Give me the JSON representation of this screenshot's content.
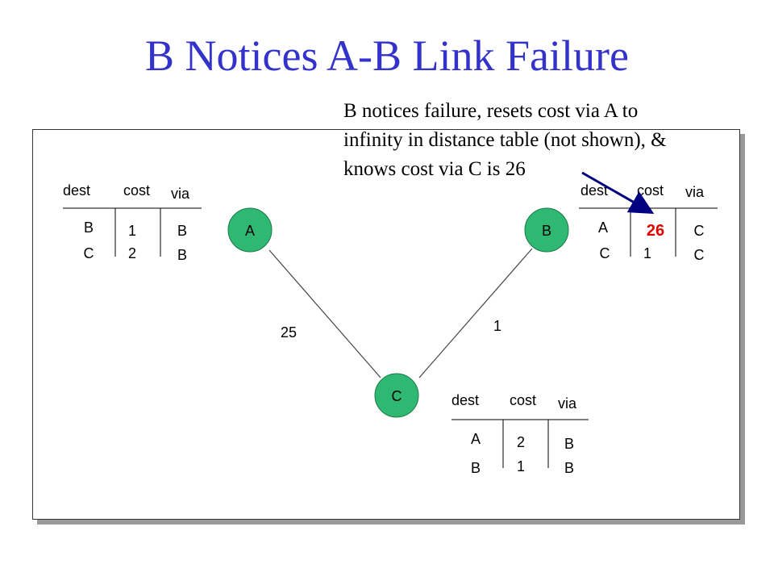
{
  "title": "B Notices A-B Link Failure",
  "note": {
    "line1": "B notices failure, resets cost via A to",
    "line2": "infinity in distance table (not shown), &",
    "line3": "knows cost via C is 26"
  },
  "nodes": {
    "a": "A",
    "b": "B",
    "c": "C"
  },
  "links": {
    "a_c": "25",
    "b_c": "1"
  },
  "table_headers": {
    "dest": "dest",
    "cost": "cost",
    "via": "via"
  },
  "table_a": {
    "rows": [
      {
        "dest": "B",
        "cost": "1",
        "via": "B"
      },
      {
        "dest": "C",
        "cost": "2",
        "via": "B"
      }
    ]
  },
  "table_b": {
    "rows": [
      {
        "dest": "A",
        "cost": "26",
        "via": "C"
      },
      {
        "dest": "C",
        "cost": "1",
        "via": "C"
      }
    ]
  },
  "table_c": {
    "rows": [
      {
        "dest": "A",
        "cost": "2",
        "via": "B"
      },
      {
        "dest": "B",
        "cost": "1",
        "via": "B"
      }
    ]
  },
  "colors": {
    "title": "#3333cc",
    "node_fill": "#2eb872",
    "highlight": "#e00000",
    "arrow": "#000080"
  }
}
